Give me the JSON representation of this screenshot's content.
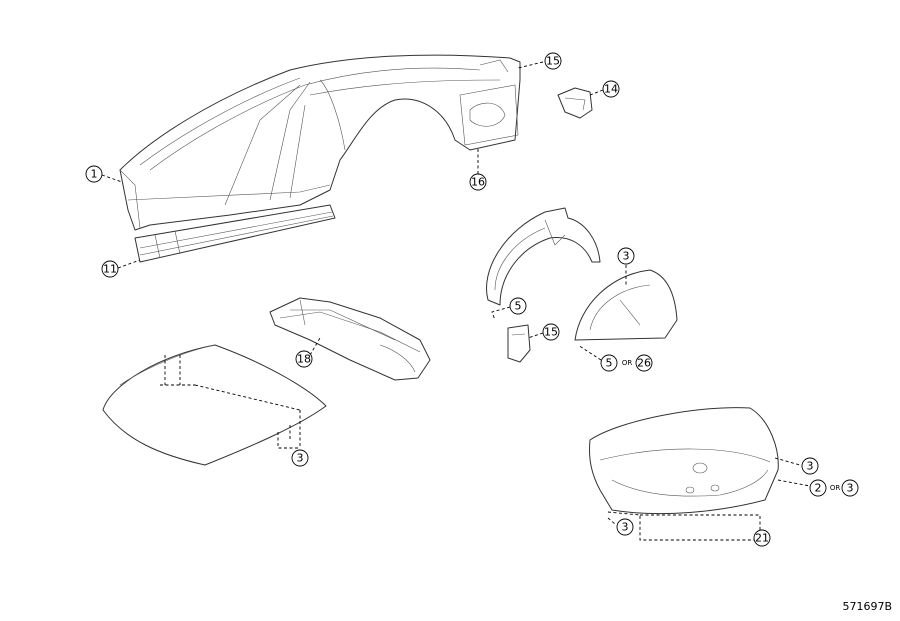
{
  "figure_id": "571697B",
  "or_label": "OR",
  "callouts": {
    "c1": "1",
    "c11": "11",
    "c15a": "15",
    "c14": "14",
    "c16": "16",
    "c3a": "3",
    "c5a": "5",
    "c15b": "15",
    "c5b": "5",
    "c26": "26",
    "c18": "18",
    "c3b": "3",
    "c3c": "3",
    "c2": "2",
    "c3d": "3",
    "c3e": "3",
    "c21": "21"
  }
}
